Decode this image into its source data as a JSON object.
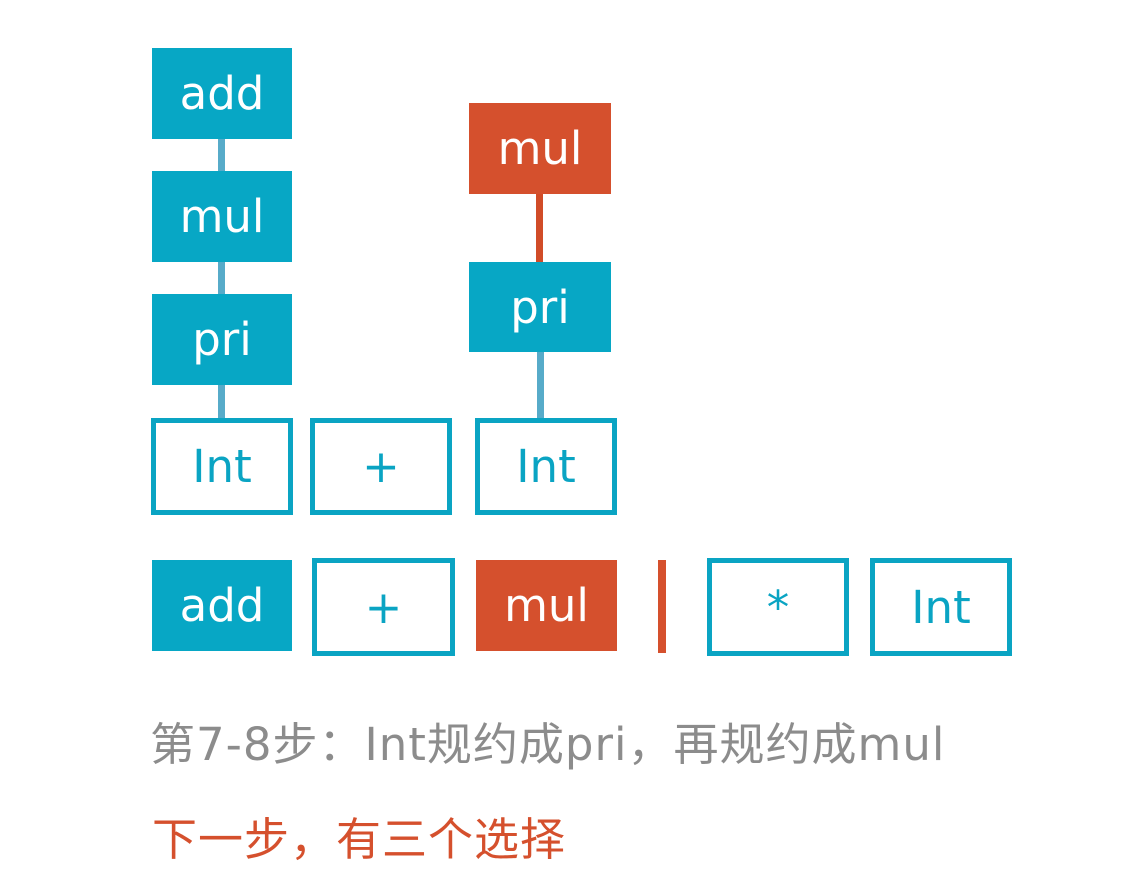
{
  "diagram_title": "grammar-reduction-parse-trees",
  "colors": {
    "teal": "#07a7c5",
    "orange": "#d5502d",
    "edge_blue": "#57abc9",
    "edge_orange": "#d14c28",
    "caption_gray": "#8c8c8c",
    "background": "#ffffff"
  },
  "nodes": {
    "left_tree": {
      "add": "add",
      "mul": "mul",
      "pri": "pri",
      "int": "Int"
    },
    "plus_terminal": "+",
    "right_tree": {
      "mul": "mul",
      "pri": "pri",
      "int": "Int"
    },
    "stack": {
      "add": "add",
      "plus": "+",
      "mul": "mul",
      "star": "*",
      "int": "Int"
    }
  },
  "captions": {
    "step_line": "第7-8步：Int规约成pri，再规约成mul",
    "next_line": "下一步，有三个选择"
  }
}
